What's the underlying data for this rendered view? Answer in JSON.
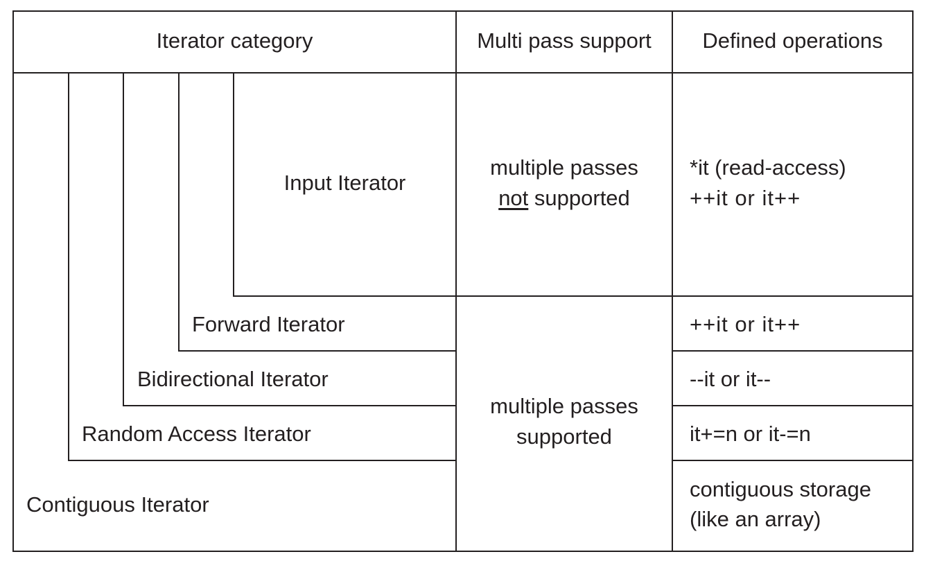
{
  "header": {
    "col1": "Iterator category",
    "col2": "Multi pass support",
    "col3": "Defined operations"
  },
  "categories": {
    "input": "Input Iterator",
    "forward": "Forward Iterator",
    "bidirectional": "Bidirectional Iterator",
    "random_access": "Random Access Iterator",
    "contiguous": "Contiguous Iterator"
  },
  "multipass": {
    "not_supported_line1": "multiple passes",
    "not_supported_word": "not",
    "not_supported_rest": " supported",
    "supported_line1": "multiple passes",
    "supported_line2": "supported"
  },
  "operations": {
    "input_line1": "*it (read-access)",
    "input_line2": "++it or it++",
    "forward": "++it or it++",
    "bidirectional": "--it or it--",
    "random_access": "it+=n or it-=n",
    "contiguous_line1": "contiguous storage",
    "contiguous_line2": "(like an array)"
  }
}
